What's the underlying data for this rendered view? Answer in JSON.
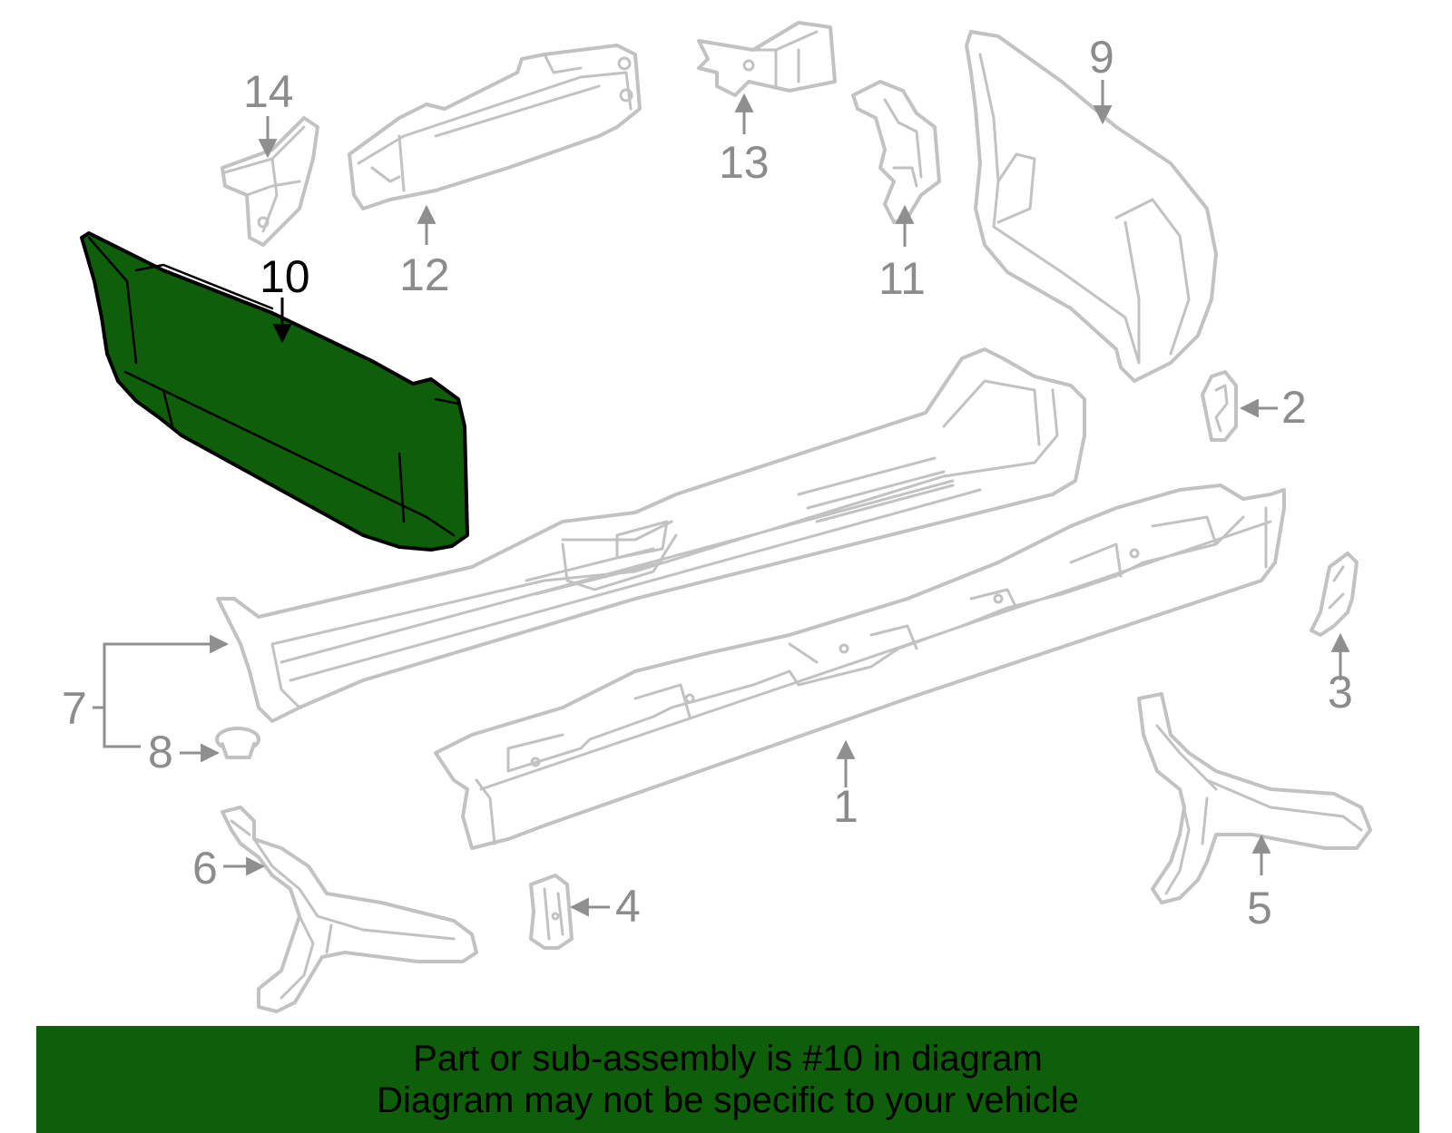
{
  "diagram": {
    "highlighted_part": "10",
    "callouts": {
      "c1": "1",
      "c2": "2",
      "c3": "3",
      "c4": "4",
      "c5": "5",
      "c6": "6",
      "c7": "7",
      "c8": "8",
      "c9": "9",
      "c10": "10",
      "c11": "11",
      "c12": "12",
      "c13": "13",
      "c14": "14"
    },
    "colors": {
      "highlight": "#0f5e0a",
      "part_outline": "#c2c2c2",
      "callout_text": "#8c8c8c"
    }
  },
  "banner": {
    "line1": "Part or sub-assembly is #10 in diagram",
    "line2": "Diagram may not be specific to your vehicle"
  }
}
